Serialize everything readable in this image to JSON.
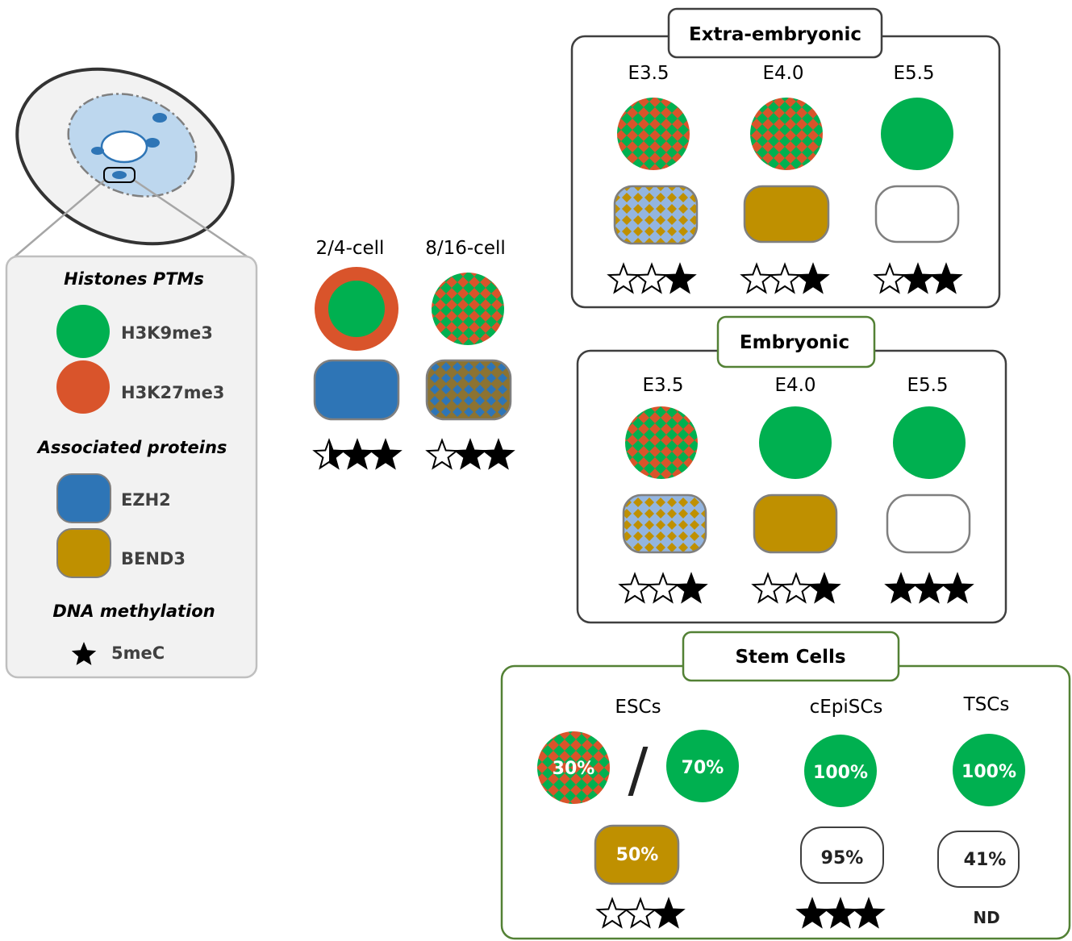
{
  "colors": {
    "h3k9me3": "#00b050",
    "h3k27me3": "#d9542b",
    "ezh2": "#2e75b6",
    "bend3": "#bf9000",
    "bend3_ezh2_mix": "#8c7332",
    "light_blue": "#93b5e0",
    "panel_gray_border": "#bfbfbf",
    "panel_green_border": "#538135",
    "panel_dark_border": "#3f3f3f"
  },
  "legend": {
    "histones_title": "Histones PTMs",
    "h3k9me3": "H3K9me3",
    "h3k27me3": "H3K27me3",
    "proteins_title": "Associated proteins",
    "ezh2": "EZH2",
    "bend3": "BEND3",
    "dna_title": "DNA methylation",
    "star_icon": "star-icon",
    "mec": "5meC"
  },
  "early": {
    "stages": [
      {
        "label": "2/4-cell",
        "histone": "h3k9me3-core-h3k27me3-ring",
        "protein": "ezh2",
        "stars_filled": 2.5
      },
      {
        "label": "8/16-cell",
        "histone": "mixed",
        "protein": "ezh2-bend3-mixed",
        "stars_filled": 2
      }
    ]
  },
  "extra_embryonic": {
    "title": "Extra-embryonic",
    "stages": [
      {
        "label": "E3.5",
        "histone": "mixed",
        "protein": "bend3-lightblue-mixed",
        "stars_filled": 1
      },
      {
        "label": "E4.0",
        "histone": "mixed",
        "protein": "bend3",
        "stars_filled": 1
      },
      {
        "label": "E5.5",
        "histone": "h3k9me3",
        "protein": "empty",
        "stars_filled": 2
      }
    ]
  },
  "embryonic": {
    "title": "Embryonic",
    "stages": [
      {
        "label": "E3.5",
        "histone": "mixed",
        "protein": "bend3-lightblue-mixed",
        "stars_filled": 1
      },
      {
        "label": "E4.0",
        "histone": "h3k9me3",
        "protein": "bend3",
        "stars_filled": 1
      },
      {
        "label": "E5.5",
        "histone": "h3k9me3",
        "protein": "empty",
        "stars_filled": 3
      }
    ]
  },
  "stem_cells": {
    "title": "Stem Cells",
    "escs": {
      "label": "ESCs",
      "mixed_pct": "30%",
      "separator": "/",
      "h3k9_pct": "70%",
      "protein_pct": "50%",
      "stars_filled": 1
    },
    "cepiscs": {
      "label": "cEpiSCs",
      "h3k9_pct": "100%",
      "protein_pct": "95%",
      "stars_filled": 3
    },
    "tscs": {
      "label": "TSCs",
      "h3k9_pct": "100%",
      "protein_pct": "41%",
      "stars": "ND"
    }
  }
}
